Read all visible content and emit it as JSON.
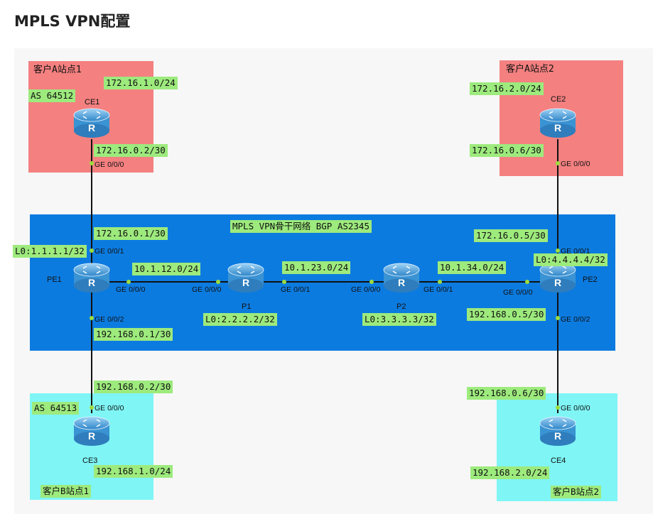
{
  "page": {
    "title": "MPLS VPN配置"
  },
  "zones": {
    "site_a1": "客户A站点1",
    "site_a2": "客户A站点2",
    "backbone": "MPLS VPN骨干网络  BGP AS2345",
    "site_b1": "客户B站点1",
    "site_b2": "客户B站点2"
  },
  "devices": {
    "ce1": "CE1",
    "ce2": "CE2",
    "ce3": "CE3",
    "ce4": "CE4",
    "pe1": "PE1",
    "pe2": "PE2",
    "p1": "P1",
    "p2": "P2"
  },
  "labels": {
    "as_ce1": "AS 64512",
    "as_ce3": "AS 64513",
    "net_site_a1": "172.16.1.0/24",
    "net_site_a2": "172.16.2.0/24",
    "net_site_b1": "192.168.1.0/24",
    "net_site_b2": "192.168.2.0/24",
    "ce1_wan": "172.16.0.2/30",
    "pe1_a": "172.16.0.1/30",
    "ce2_wan": "172.16.0.6/30",
    "pe2_a": "172.16.0.5/30",
    "pe1_b": "192.168.0.1/30",
    "ce3_wan": "192.168.0.2/30",
    "pe2_b": "192.168.0.5/30",
    "ce4_wan": "192.168.0.6/30",
    "link_pe1_p1": "10.1.12.0/24",
    "link_p1_p2": "10.1.23.0/24",
    "link_p2_pe2": "10.1.34.0/24",
    "lo_pe1": "L0:1.1.1.1/32",
    "lo_p1": "L0:2.2.2.2/32",
    "lo_p2": "L0:3.3.3.3/32",
    "lo_pe2": "L0:4.4.4.4/32"
  },
  "ports": {
    "ce1_g000": "GE 0/0/0",
    "pe1_g001": "GE 0/0/1",
    "pe1_g000": "GE 0/0/0",
    "pe1_g002": "GE 0/0/2",
    "p1_g000": "GE 0/0/0",
    "p1_g001": "GE 0/0/1",
    "p2_g000": "GE 0/0/0",
    "p2_g001": "GE 0/0/1",
    "pe2_g000": "GE 0/0/0",
    "pe2_g001": "GE 0/0/1",
    "pe2_g002": "GE 0/0/2",
    "ce2_g000": "GE 0/0/0",
    "ce3_g000": "GE 0/0/0",
    "ce4_g000": "GE 0/0/0"
  },
  "colors": {
    "site_a_zone": "#f48080",
    "site_b_zone": "#7ff5f5",
    "backbone_zone": "#0c7be0",
    "label_bg": "#9dea7d",
    "port_dot": "#9edc3c",
    "router_blue": "#4aa3df"
  },
  "icons": {
    "router": "router-icon"
  }
}
